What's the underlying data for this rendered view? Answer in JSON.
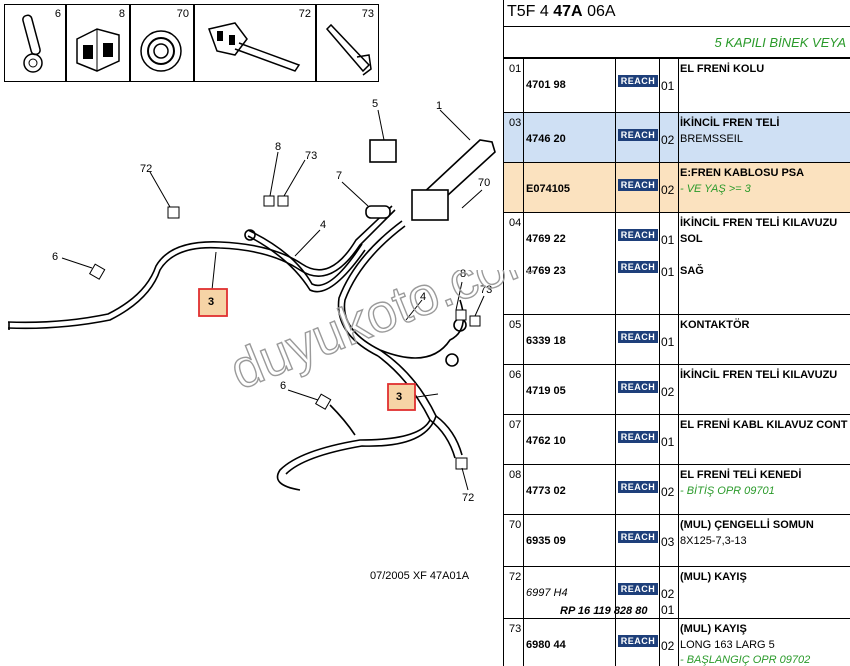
{
  "header": {
    "prefix": "T5F 4",
    "bold": "47A",
    "suffix": "06A"
  },
  "subheader": "5 KAPILI BİNEK VEYA",
  "reach_label": "REACH",
  "thumbnails": [
    "6",
    "8",
    "70",
    "72",
    "73"
  ],
  "callouts": {
    "c1": "1",
    "c5": "5",
    "c8a": "8",
    "c73a": "73",
    "c72a": "72",
    "c7": "7",
    "c70": "70",
    "c4a": "4",
    "c6a": "6",
    "c3a": "3",
    "c8b": "8",
    "c73b": "73",
    "c4b": "4",
    "c6b": "6",
    "c3b": "3",
    "c72b": "72"
  },
  "footer_code": "07/2005  XF 47A01A",
  "watermark": "duyukoto.com",
  "rows": [
    {
      "ref": "01",
      "lines": [
        {
          "pn": "4701 98",
          "qty": "01"
        }
      ],
      "desc": [
        {
          "t": "EL FRENİ KOLU",
          "s": "b"
        }
      ]
    },
    {
      "ref": "03",
      "lines": [
        {
          "pn": "4746 20",
          "qty": "02"
        }
      ],
      "desc": [
        {
          "t": "İKİNCİL FREN TELİ",
          "s": "b"
        },
        {
          "t": "BREMSSEIL",
          "s": "n"
        }
      ]
    },
    {
      "ref": "",
      "lines": [
        {
          "pn": "E074105",
          "qty": "02"
        }
      ],
      "desc": [
        {
          "t": "E:FREN KABLOSU PSA",
          "s": "b"
        },
        {
          "t": "- VE YAŞ >= 3",
          "s": "g"
        }
      ]
    },
    {
      "ref": "04",
      "lines": [
        {
          "pn": "4769 22",
          "qty": "01"
        },
        {
          "pn": "4769 23",
          "qty": "01"
        }
      ],
      "desc": [
        {
          "t": "İKİNCİL FREN TELİ KILAVUZU",
          "s": "b"
        },
        {
          "t": "SOL",
          "s": "b"
        },
        {
          "t": "SAĞ",
          "s": "b"
        }
      ]
    },
    {
      "ref": "05",
      "lines": [
        {
          "pn": "6339 18",
          "qty": "01"
        }
      ],
      "desc": [
        {
          "t": "KONTAKTÖR",
          "s": "b"
        }
      ]
    },
    {
      "ref": "06",
      "lines": [
        {
          "pn": "4719 05",
          "qty": "02"
        }
      ],
      "desc": [
        {
          "t": "İKİNCİL FREN TELİ KILAVUZU",
          "s": "b"
        }
      ]
    },
    {
      "ref": "07",
      "lines": [
        {
          "pn": "4762 10",
          "qty": "01"
        }
      ],
      "desc": [
        {
          "t": "EL FRENİ KABL KILAVUZ CONT",
          "s": "b"
        }
      ]
    },
    {
      "ref": "08",
      "lines": [
        {
          "pn": "4773 02",
          "qty": "02"
        }
      ],
      "desc": [
        {
          "t": "EL FRENİ TELİ KENEDİ",
          "s": "b"
        },
        {
          "t": "- BİTİŞ OPR 09701",
          "s": "g"
        }
      ]
    },
    {
      "ref": "70",
      "lines": [
        {
          "pn": "6935 09",
          "qty": "03"
        }
      ],
      "desc": [
        {
          "t": "(MUL) ÇENGELLİ SOMUN",
          "s": "b"
        },
        {
          "t": "8X125-7,3-13",
          "s": "n"
        }
      ]
    },
    {
      "ref": "72",
      "lines": [
        {
          "pn": "6997 H4",
          "qty": "02",
          "italic": true
        }
      ],
      "rp": {
        "t": "RP 16 119 828 80",
        "qty": "01"
      },
      "desc": [
        {
          "t": "(MUL) KAYIŞ",
          "s": "b"
        }
      ]
    },
    {
      "ref": "73",
      "lines": [
        {
          "pn": "6980 44",
          "qty": "02"
        }
      ],
      "desc": [
        {
          "t": "(MUL) KAYIŞ",
          "s": "b"
        },
        {
          "t": "LONG 163 LARG 5",
          "s": "n"
        },
        {
          "t": "- BAŞLANGIÇ OPR 09702",
          "s": "g"
        }
      ]
    }
  ],
  "colors": {
    "reach_bg": "#1e3f7a",
    "green_text": "#2a9a2a",
    "row_blue": "#cfe0f4",
    "row_orange": "#fbe2bf",
    "callout_box": "#e03030",
    "callout_fill": "#f6d4a6"
  }
}
